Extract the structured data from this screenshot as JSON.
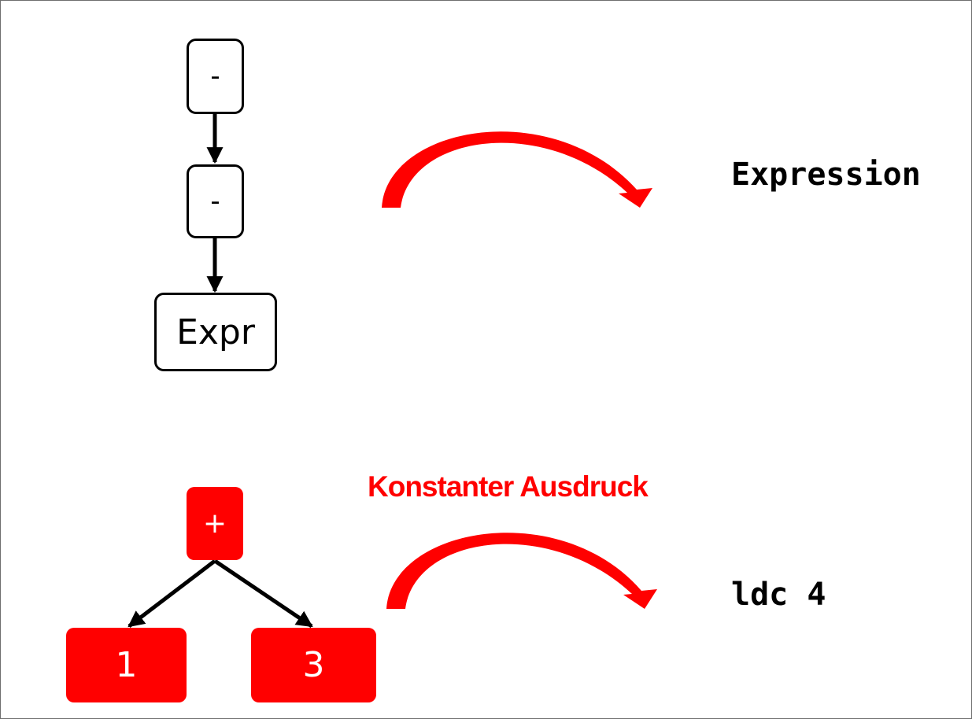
{
  "top_tree": {
    "nodes": {
      "minus_1": "-",
      "minus_2": "-",
      "expr": "Expr"
    }
  },
  "top_result": "Expression",
  "bottom_tree": {
    "nodes": {
      "plus": "+",
      "left": "1",
      "right": "3"
    }
  },
  "bottom_caption": "Konstanter Ausdruck",
  "bottom_result": "ldc 4",
  "colors": {
    "accent": "#ff0000",
    "stroke": "#000000"
  }
}
